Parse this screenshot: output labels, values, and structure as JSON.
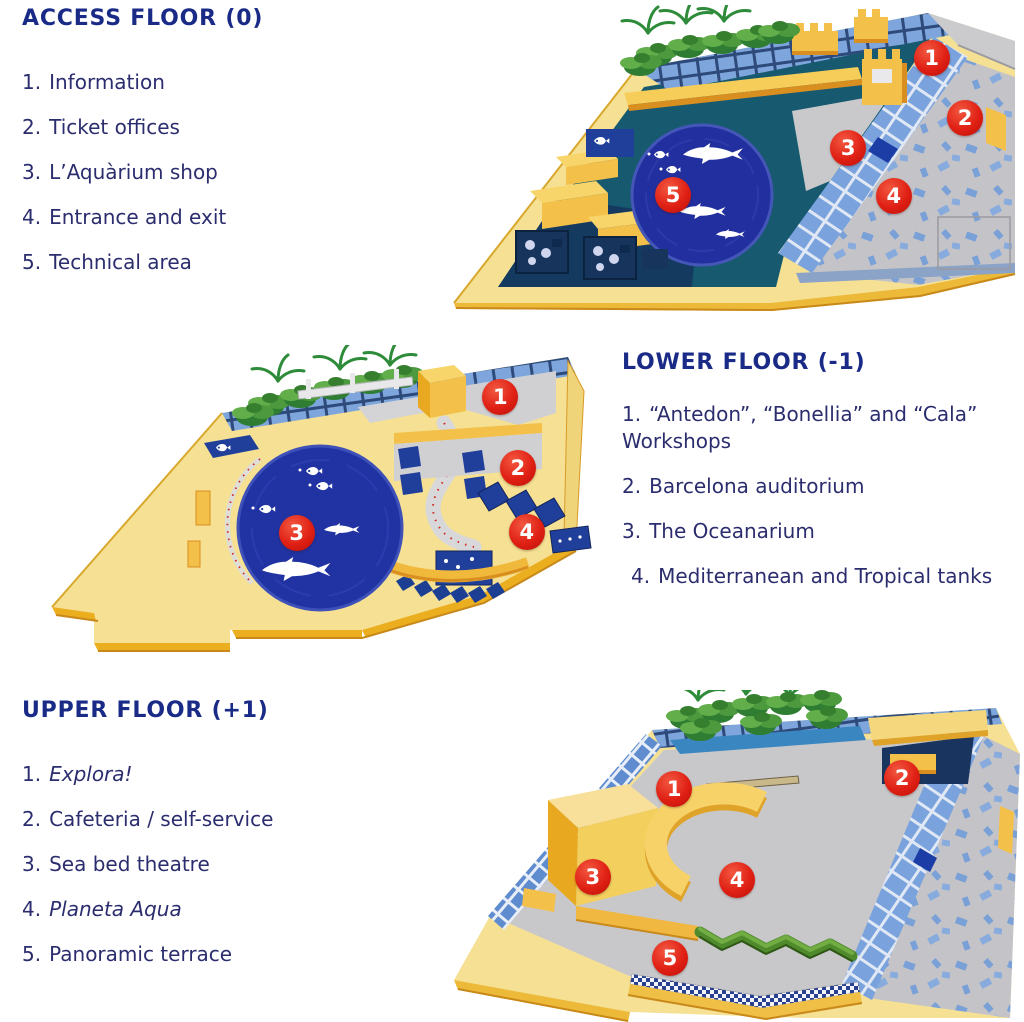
{
  "colors": {
    "heading_navy": "#1a2b87",
    "body_navy": "#2b2d6e",
    "marker_red": "#e02014",
    "floor_yellow": "#f5e093",
    "wall_gold": "#f3c049",
    "tank_blue": "#2133a2",
    "tile_blue": "#7ea6dc",
    "plaza_gray": "#c4c4c8",
    "plant_green": "#3a8a3a"
  },
  "floors": [
    {
      "id": "access-floor",
      "title": "ACCESS FLOOR (0)",
      "items": [
        {
          "num": "1.",
          "label": "Information"
        },
        {
          "num": "2.",
          "label": "Ticket offices"
        },
        {
          "num": "3.",
          "label": "L’Aquàrium shop"
        },
        {
          "num": "4.",
          "label": "Entrance and exit"
        },
        {
          "num": "5.",
          "label": "Technical area"
        }
      ],
      "markers": [
        "1",
        "2",
        "3",
        "4",
        "5"
      ]
    },
    {
      "id": "lower-floor",
      "title": "LOWER FLOOR (-1)",
      "items": [
        {
          "num": "1.",
          "label": "“Antedon”, “Bonellia” and “Cala” Workshops"
        },
        {
          "num": "2.",
          "label": "Barcelona auditorium"
        },
        {
          "num": "3.",
          "label": "The Oceanarium"
        },
        {
          "num": "4.",
          "label": "Mediterranean and Tropical tanks"
        }
      ],
      "markers": [
        "1",
        "2",
        "3",
        "4"
      ]
    },
    {
      "id": "upper-floor",
      "title": "UPPER FLOOR (+1)",
      "items": [
        {
          "num": "1.",
          "label": "Explora!",
          "italic": true
        },
        {
          "num": "2.",
          "label": "Cafeteria / self-service"
        },
        {
          "num": "3.",
          "label": "Sea bed theatre"
        },
        {
          "num": "4.",
          "label": "Planeta Aqua",
          "italic": true
        },
        {
          "num": "5.",
          "label": "Panoramic terrace"
        }
      ],
      "markers": [
        "1",
        "2",
        "3",
        "4",
        "5"
      ]
    }
  ]
}
